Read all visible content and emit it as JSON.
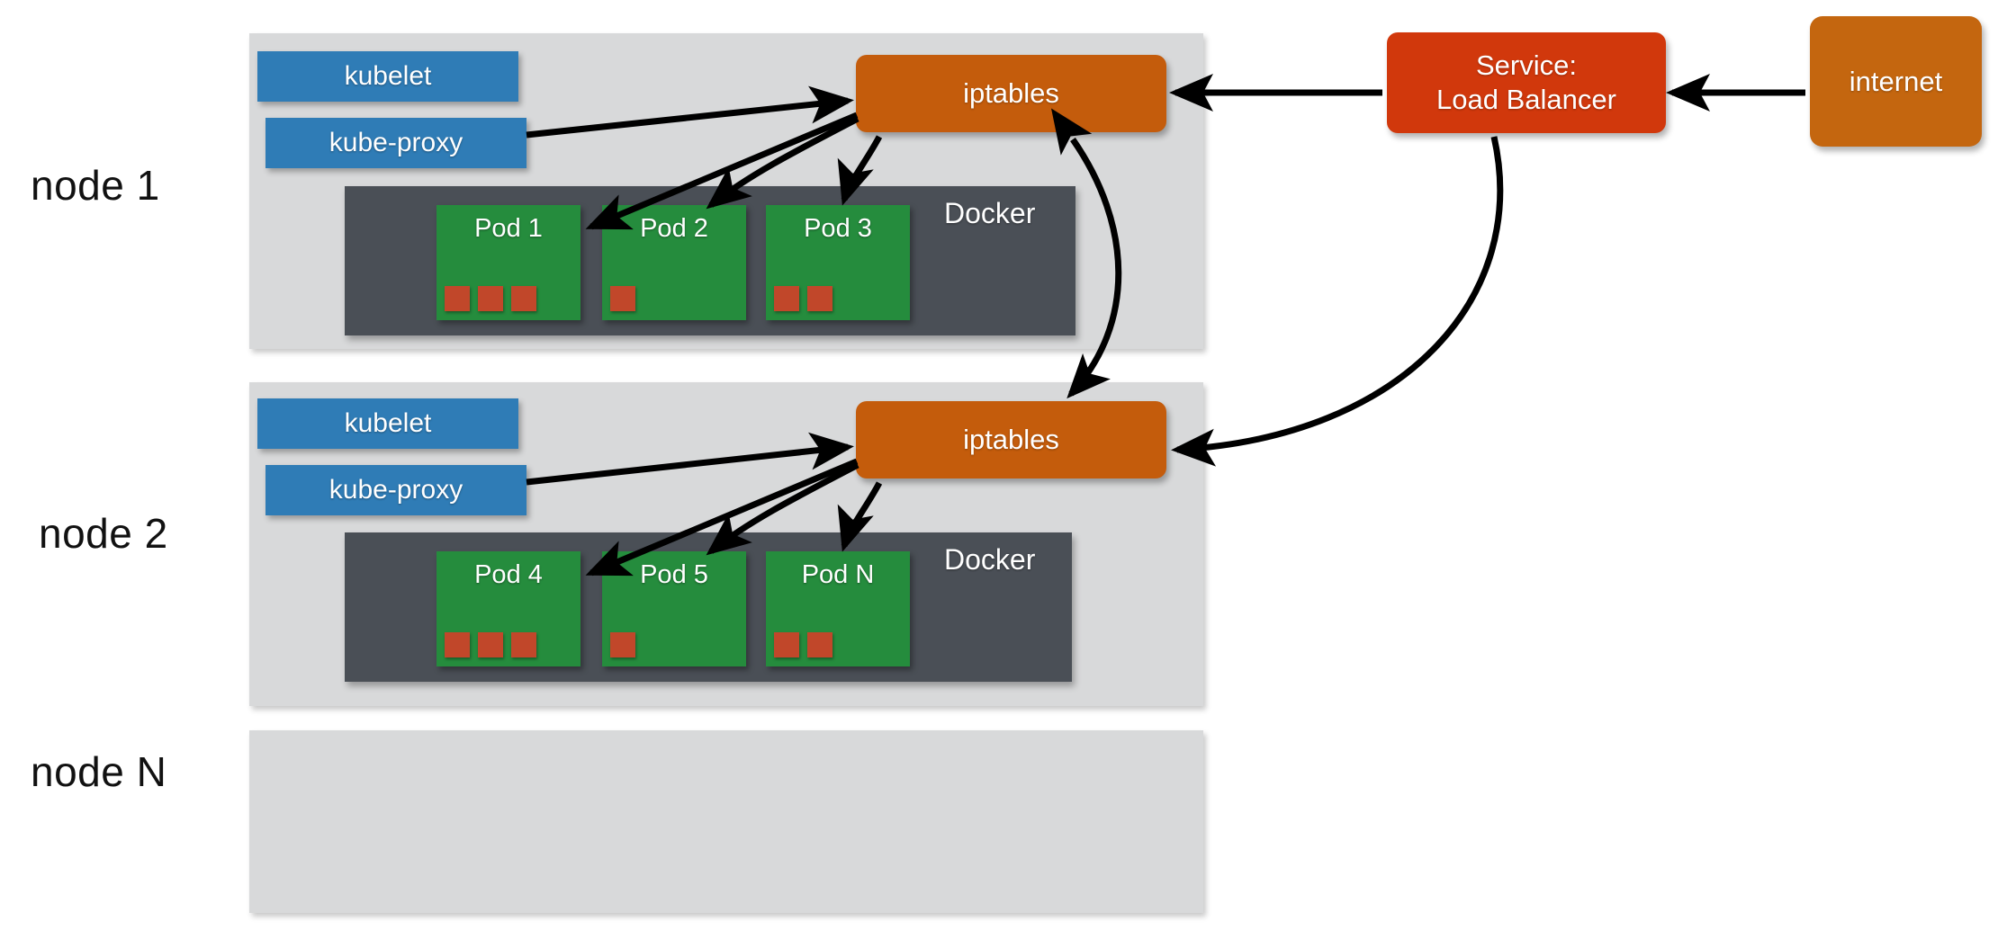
{
  "diagram": {
    "title": "Kubernetes node networking with kube-proxy, iptables and Service Load Balancer",
    "background": "#ffffff",
    "colors": {
      "node_panel": "#d8d9da",
      "kube_blue": "#2f7cb6",
      "iptables_orange": "#c45c0c",
      "docker_dark": "#4a4f56",
      "pod_green": "#258c3d",
      "container_red": "#c1472a",
      "load_balancer_red": "#d1380c",
      "internet_orange": "#c4660f",
      "arrow_black": "#000000",
      "label_text": "#111111",
      "box_text": "#ffffff"
    }
  },
  "node_labels": [
    {
      "text": "node 1"
    },
    {
      "text": "node 2"
    },
    {
      "text": "node N"
    }
  ],
  "nodes": [
    {
      "id": "node-1",
      "label": "node 1",
      "kubelet_label": "kubelet",
      "kube_proxy_label": "kube-proxy",
      "iptables_label": "iptables",
      "docker_label": "Docker",
      "pods": [
        {
          "label": "Pod 1",
          "containers": 3
        },
        {
          "label": "Pod 2",
          "containers": 1
        },
        {
          "label": "Pod 3",
          "containers": 2
        }
      ]
    },
    {
      "id": "node-2",
      "label": "node 2",
      "kubelet_label": "kubelet",
      "kube_proxy_label": "kube-proxy",
      "iptables_label": "iptables",
      "docker_label": "Docker",
      "pods": [
        {
          "label": "Pod 4",
          "containers": 3
        },
        {
          "label": "Pod 5",
          "containers": 1
        },
        {
          "label": "Pod N",
          "containers": 2
        }
      ]
    },
    {
      "id": "node-n",
      "label": "node N",
      "kubelet_label": "",
      "kube_proxy_label": "",
      "iptables_label": "",
      "docker_label": "",
      "pods": []
    }
  ],
  "external": {
    "load_balancer": {
      "line1": "Service:",
      "line2": "Load Balancer"
    },
    "internet": {
      "label": "internet"
    }
  },
  "edges": [
    {
      "from": "node-1.kube-proxy",
      "to": "node-1.iptables",
      "style": "straight",
      "arrowhead": "end"
    },
    {
      "from": "node-1.iptables",
      "to": "node-1.pod-1",
      "style": "straight",
      "arrowhead": "end"
    },
    {
      "from": "node-1.iptables",
      "to": "node-1.pod-2",
      "style": "curved",
      "arrowhead": "end"
    },
    {
      "from": "node-1.iptables",
      "to": "node-1.pod-3",
      "style": "curved",
      "arrowhead": "end"
    },
    {
      "from": "node-1.iptables",
      "to": "node-2.iptables",
      "style": "curved",
      "arrowhead": "both"
    },
    {
      "from": "node-2.kube-proxy",
      "to": "node-2.iptables",
      "style": "straight",
      "arrowhead": "end"
    },
    {
      "from": "node-2.iptables",
      "to": "node-2.pod-4",
      "style": "straight",
      "arrowhead": "end"
    },
    {
      "from": "node-2.iptables",
      "to": "node-2.pod-5",
      "style": "curved",
      "arrowhead": "end"
    },
    {
      "from": "node-2.iptables",
      "to": "node-2.pod-n",
      "style": "curved",
      "arrowhead": "end"
    },
    {
      "from": "load-balancer",
      "to": "node-1.iptables",
      "style": "straight",
      "arrowhead": "end"
    },
    {
      "from": "load-balancer",
      "to": "node-2.iptables",
      "style": "curved",
      "arrowhead": "end"
    },
    {
      "from": "internet",
      "to": "load-balancer",
      "style": "straight",
      "arrowhead": "end"
    }
  ]
}
